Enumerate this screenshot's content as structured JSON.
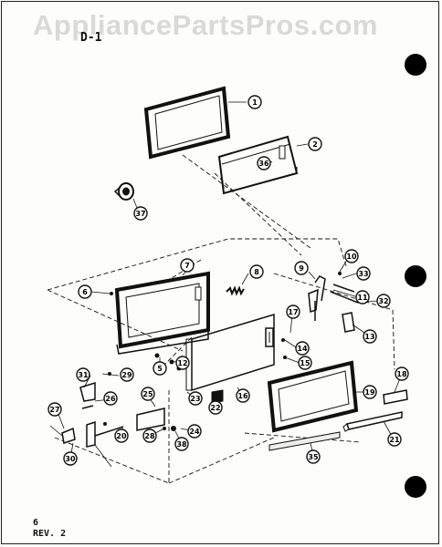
{
  "watermark": "AppliancePartsPros.com",
  "diagram_code": "D-1",
  "footer": {
    "page": "6",
    "revision": "REV. 2"
  },
  "callouts": [
    "1",
    "2",
    "36",
    "37",
    "7",
    "8",
    "6",
    "9",
    "10",
    "33",
    "11",
    "32",
    "13",
    "17",
    "14",
    "15",
    "5",
    "12",
    "23",
    "22",
    "16",
    "18",
    "19",
    "31",
    "29",
    "25",
    "26",
    "28",
    "27",
    "20",
    "38",
    "24",
    "35",
    "21",
    "30"
  ]
}
